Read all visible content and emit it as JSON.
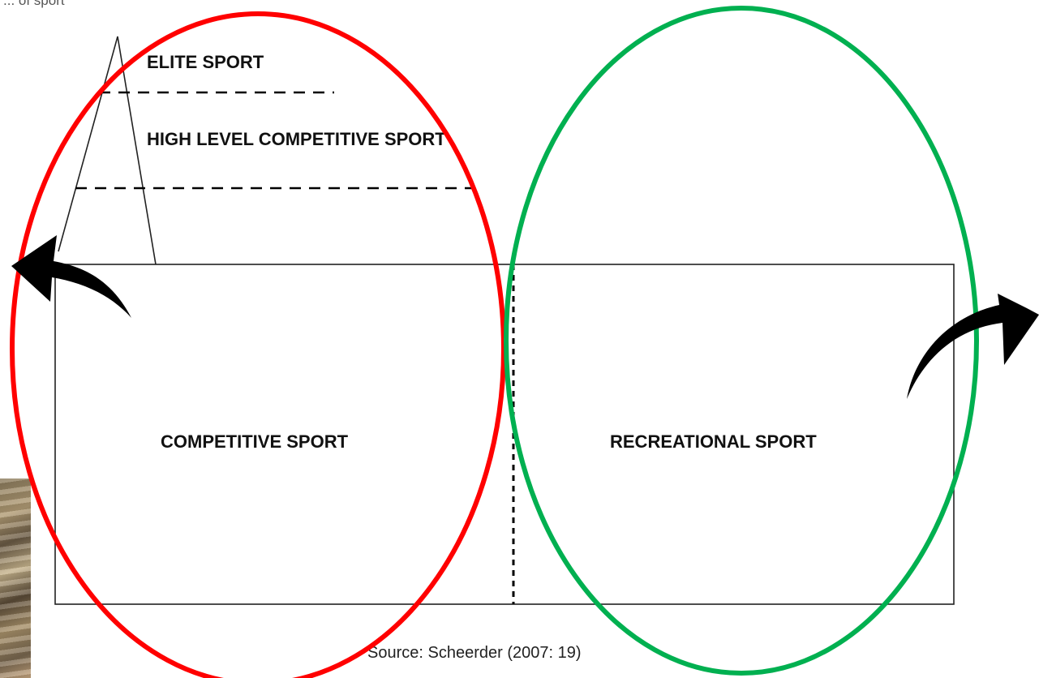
{
  "header": {
    "partial_text": "... of sport"
  },
  "diagram": {
    "labels": {
      "elite": "ELITE SPORT",
      "high_level": "HIGH LEVEL COMPETITIVE SPORT",
      "competitive": "COMPETITIVE SPORT",
      "recreational": "RECREATIONAL SPORT"
    },
    "source": "Source: Scheerder (2007: 19)"
  },
  "annotations": {
    "left_ellipse_color": "#ff0000",
    "right_ellipse_color": "#00b050",
    "arrow_color": "#000000",
    "left_arrow_icon": "curved-arrow-left-icon",
    "right_arrow_icon": "curved-arrow-right-icon"
  }
}
